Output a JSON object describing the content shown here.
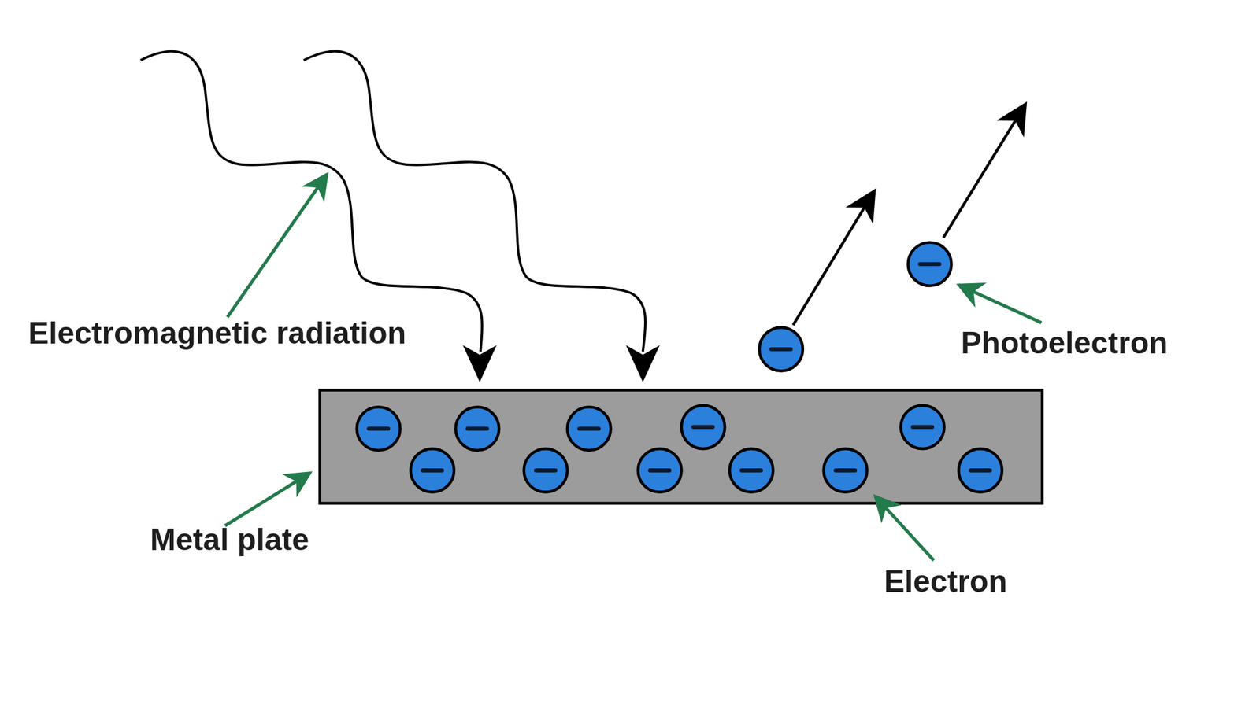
{
  "diagram": {
    "labels": [
      "Electromagnetic radiation",
      "Photoelectron",
      "Metal plate",
      "Electron"
    ]
  }
}
